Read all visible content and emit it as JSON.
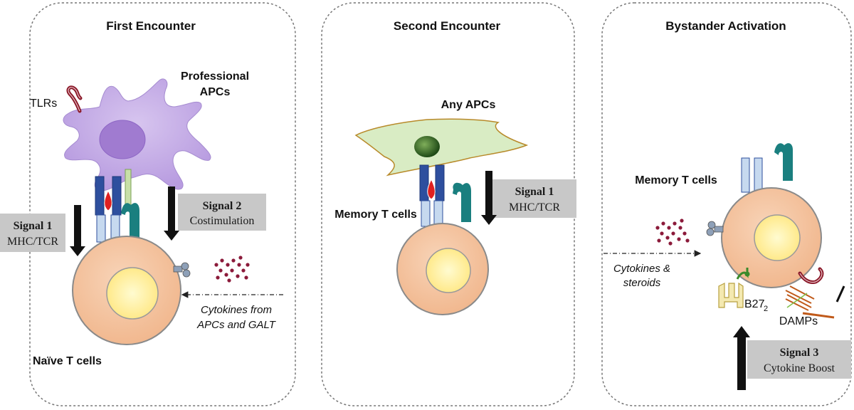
{
  "panels": [
    {
      "title": "First Encounter",
      "apc_label_line1": "Professional",
      "apc_label_line2": "APCs",
      "tlr_label": "TLRs",
      "signal1_title": "Signal 1",
      "signal1_sub": "MHC/TCR",
      "signal2_title": "Signal 2",
      "signal2_sub": "Costimulation",
      "cytokine_label_line1": "Cytokines from",
      "cytokine_label_line2": "APCs and GALT",
      "tcell_label": "Naïve T cells"
    },
    {
      "title": "Second Encounter",
      "apc_label": "Any APCs",
      "signal1_title": "Signal 1",
      "signal1_sub": "MHC/TCR",
      "tcell_label": "Memory T cells"
    },
    {
      "title": "Bystander Activation",
      "tcell_label": "Memory T cells",
      "cytokine_label_line1": "Cytokines &",
      "cytokine_label_line2": "steroids",
      "b27_label": "B27",
      "b27_sub": "2",
      "damps_label": "DAMPs",
      "signal3_title": "Signal 3",
      "signal3_sub": "Cytokine Boost"
    }
  ],
  "colors": {
    "tcell_fill": "#f5c6a5",
    "tcell_stroke": "#8a8a8a",
    "nucleus_fill": "#fff3a8",
    "apc_fill": "#c9b3e8",
    "apc_nucleus": "#a07bd0",
    "fibro_fill": "#d9ecc4",
    "fibro_stroke": "#b88a2a",
    "fibro_nucleus": "#3d6b2a",
    "signal_box": "#c8c8c8",
    "cytokine_dot": "#8b1a3a",
    "tcr_blue": "#2e4f9e",
    "tcr_light": "#c6d9ef",
    "mhc_red": "#e02020",
    "teal": "#1a7f7f",
    "tlr_red": "#8b1a2a"
  }
}
